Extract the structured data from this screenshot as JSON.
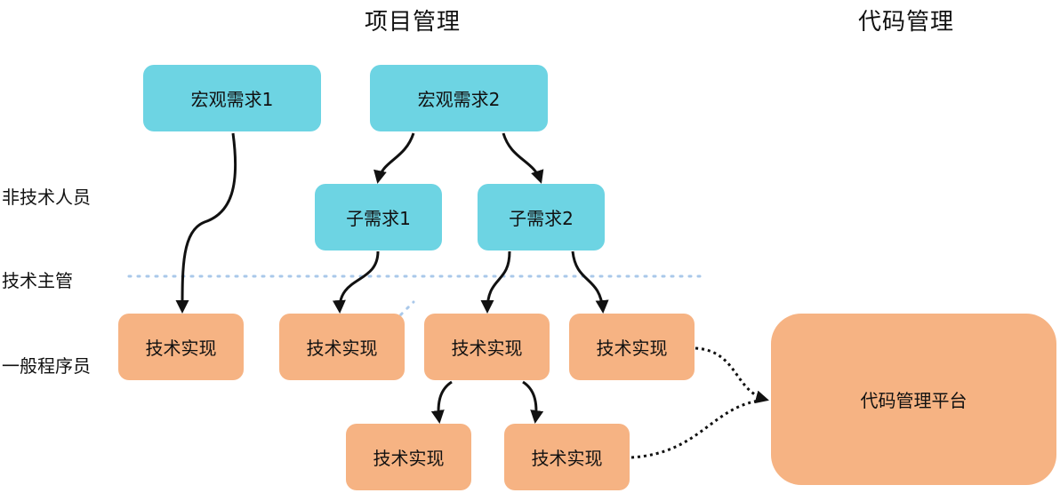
{
  "headers": {
    "project_mgmt": "项目管理",
    "code_mgmt": "代码管理"
  },
  "row_labels": {
    "non_tech": "非技术人员",
    "tech_lead": "技术主管",
    "programmer": "一般程序员"
  },
  "nodes": {
    "macro1": "宏观需求1",
    "macro2": "宏观需求2",
    "sub1": "子需求1",
    "sub2": "子需求2",
    "impl_a": "技术实现",
    "impl_b": "技术实现",
    "impl_c": "技术实现",
    "impl_d": "技术实现",
    "impl_e": "技术实现",
    "impl_f": "技术实现",
    "platform": "代码管理平台"
  },
  "colors": {
    "requirement": "#6dd4e3",
    "implementation": "#f6b383",
    "divider": "#a9c8ea",
    "arrow": "#111111"
  }
}
